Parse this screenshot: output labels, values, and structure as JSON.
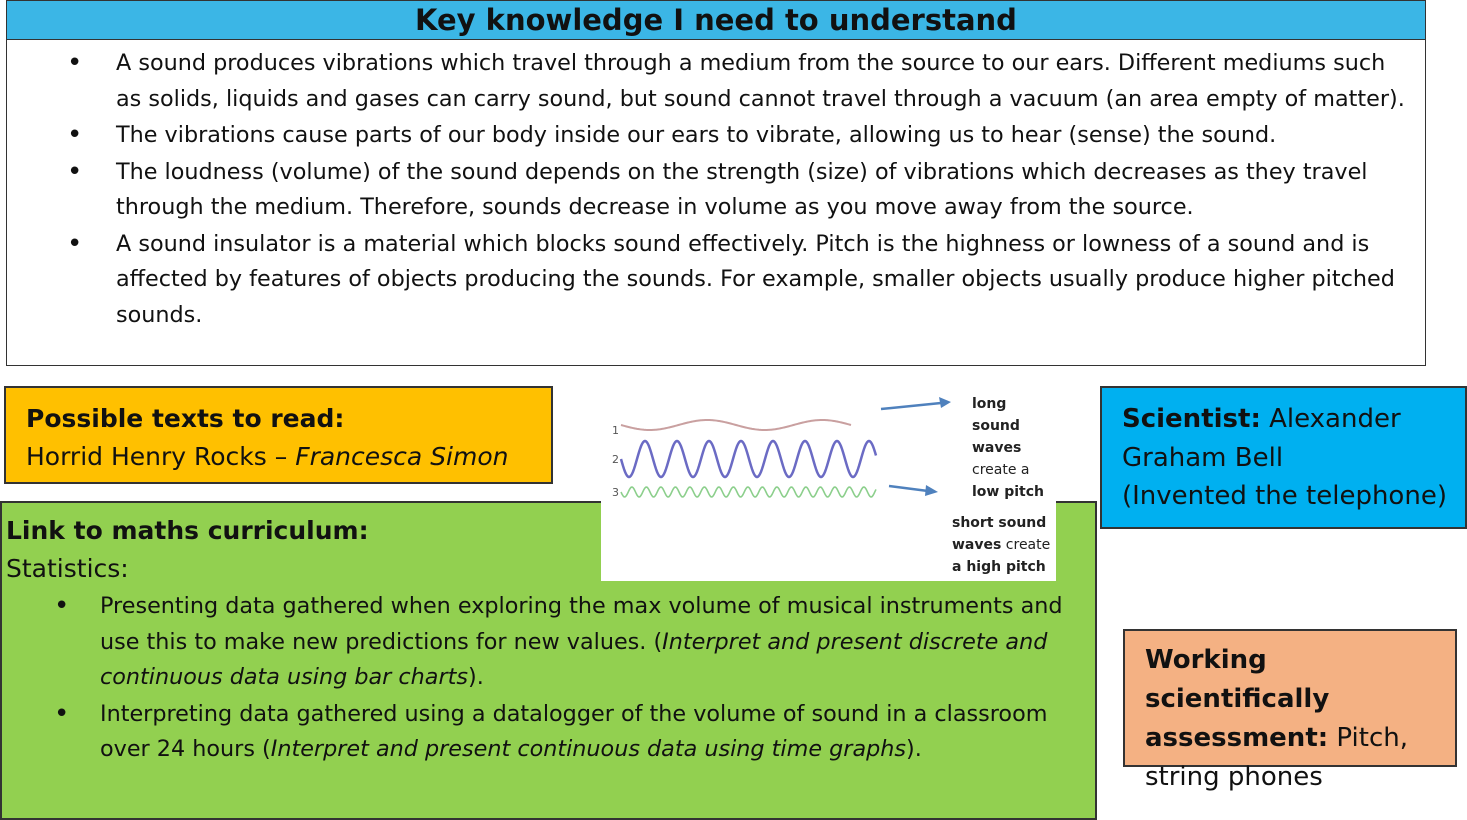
{
  "key_knowledge": {
    "title": "Key knowledge I need to understand",
    "bullets": [
      "A sound produces vibrations which travel through a medium from the source to our ears. Different mediums such as solids, liquids and gases can carry sound, but sound cannot travel through a vacuum (an area empty of matter).",
      "The vibrations cause parts of our body inside our ears to vibrate, allowing us to hear (sense) the sound.",
      "The loudness (volume) of the sound depends on the strength (size) of vibrations which decreases as they travel through the medium. Therefore, sounds decrease in volume as you move away from the source.",
      "A sound insulator is a material which blocks sound effectively. Pitch is the highness or lowness of a sound and is affected by features of objects producing the sounds. For example, smaller objects usually produce higher pitched sounds."
    ]
  },
  "texts": {
    "title": "Possible texts to read:",
    "book": "Horrid Henry Rocks – ",
    "author": "Francesca Simon"
  },
  "maths": {
    "title": "Link to maths curriculum:",
    "subtitle": "Statistics:",
    "bullet1_main": "Presenting data gathered when exploring the max volume of musical instruments and use this to make new predictions for new values. (",
    "bullet1_italic": "Interpret and present discrete and continuous data using bar charts",
    "bullet1_end": ").",
    "bullet2_main": "Interpreting data gathered using a datalogger of the volume of sound in a classroom over 24 hours (",
    "bullet2_italic": "Interpret and present continuous data using time graphs",
    "bullet2_end": ")."
  },
  "wave_figure": {
    "numbers": [
      "1",
      "2",
      "3"
    ],
    "label_long_bold": "long sound",
    "label_long_bold2": "waves",
    "label_long_plain": "create a",
    "label_long_bold3": "low pitch",
    "label_short_bold": "short sound",
    "label_short_bold2": "waves",
    "label_short_plain": "create",
    "label_short_bold3": "a high pitch",
    "colors": {
      "wave1": "#c9a0a0",
      "wave2": "#6b6bc4",
      "wave3": "#8ccf8c",
      "arrow": "#4f81bd"
    }
  },
  "scientist": {
    "label": "Scientist:",
    "name1": " Alexander",
    "name2": "Graham Bell",
    "note": "(Invented the telephone)"
  },
  "working_scientifically": {
    "label1": "Working scientifically",
    "label2": "assessment:",
    "value1": " Pitch,",
    "value2": "string phones"
  },
  "colors": {
    "header_blue": "#3bb6e6",
    "texts_orange": "#ffc000",
    "maths_green": "#92d050",
    "scientist_blue": "#00b0f0",
    "ws_peach": "#f4b183"
  }
}
